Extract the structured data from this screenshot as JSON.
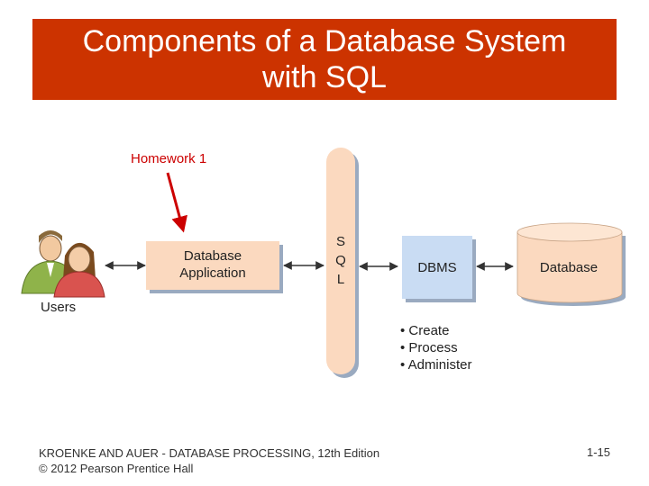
{
  "title": {
    "line1": "Components of a Database System",
    "line2": "with SQL"
  },
  "annotation": {
    "label": "Homework 1"
  },
  "diagram": {
    "users_label": "Users",
    "app_label_1": "Database",
    "app_label_2": "Application",
    "sql_letters": [
      "S",
      "Q",
      "L"
    ],
    "dbms_label": "DBMS",
    "database_label": "Database",
    "dbms_functions": [
      "Create",
      "Process",
      "Administer"
    ]
  },
  "colors": {
    "title_bar": "#cc3300",
    "annotation_red": "#cc0000",
    "app_box": "#fbd9bf",
    "sql_pill": "#fbd9bf",
    "dbms_box": "#c9dcf3",
    "database_cylinder": "#fbd9bf",
    "shadow": "#9aaac0"
  },
  "footer": {
    "line1": "KROENKE AND AUER - DATABASE PROCESSING, 12th Edition",
    "line2": "© 2012 Pearson Prentice Hall",
    "page_number": "1-15"
  }
}
